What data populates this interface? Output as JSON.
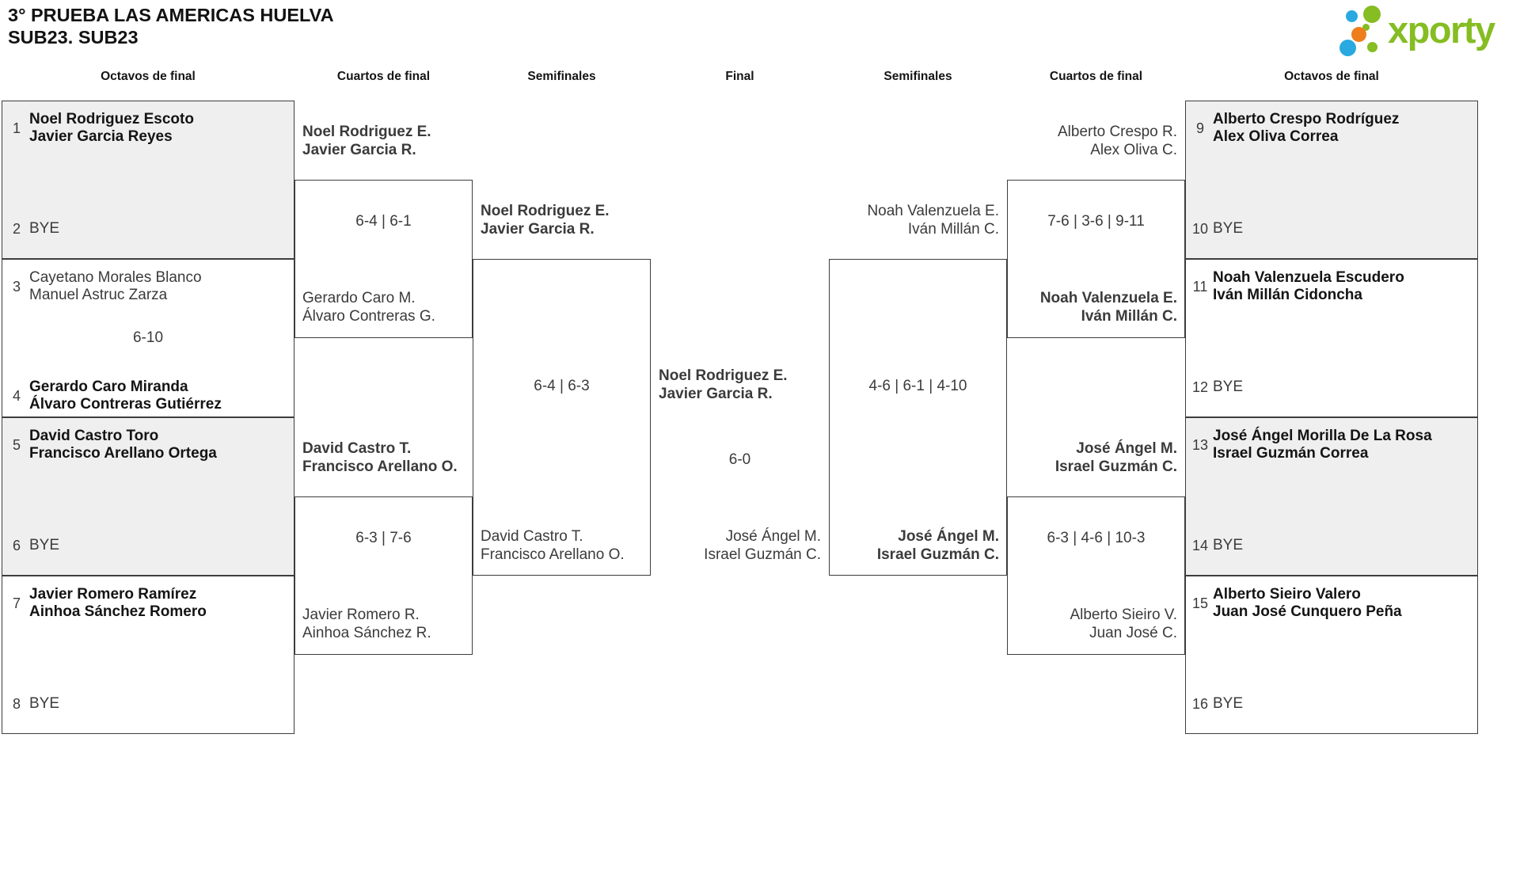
{
  "title": {
    "line1": "3° PRUEBA LAS AMERICAS HUELVA",
    "line2": "SUB23. SUB23"
  },
  "logo": {
    "text": "xporty",
    "green": "#85bd22",
    "blue": "#2aa9e0",
    "orange": "#ee7d1c"
  },
  "rounds": [
    "Octavos de final",
    "Cuartos de final",
    "Semifinales",
    "Final",
    "Semifinales",
    "Cuartos de final",
    "Octavos de final"
  ],
  "octavos": [
    {
      "seed_a": "1",
      "a1": "Noel Rodriguez Escoto",
      "a2": "Javier Garcia Reyes",
      "score": "",
      "seed_b": "2",
      "b1": "BYE"
    },
    {
      "seed_a": "3",
      "a1": "Cayetano Morales Blanco",
      "a2": "Manuel Astruc Zarza",
      "score": "6-10",
      "seed_b": "4",
      "b1": "Gerardo Caro Miranda",
      "b2": "Álvaro Contreras Gutiérrez"
    },
    {
      "seed_a": "5",
      "a1": "David Castro Toro",
      "a2": "Francisco Arellano Ortega",
      "score": "",
      "seed_b": "6",
      "b1": "BYE"
    },
    {
      "seed_a": "7",
      "a1": "Javier Romero Ramírez",
      "a2": "Ainhoa Sánchez Romero",
      "score": "",
      "seed_b": "8",
      "b1": "BYE"
    },
    {
      "seed_a": "9",
      "a1": "Alberto Crespo Rodríguez",
      "a2": "Alex Oliva Correa",
      "score": "",
      "seed_b": "10",
      "b1": "BYE"
    },
    {
      "seed_a": "11",
      "a1": "Noah Valenzuela Escudero",
      "a2": "Iván Millán Cidoncha",
      "score": "",
      "seed_b": "12",
      "b1": "BYE"
    },
    {
      "seed_a": "13",
      "a1": "José Ángel Morilla De La Rosa",
      "a2": "Israel Guzmán Correa",
      "score": "",
      "seed_b": "14",
      "b1": "BYE"
    },
    {
      "seed_a": "15",
      "a1": "Alberto Sieiro Valero",
      "a2": "Juan José Cunquero Peña",
      "score": "",
      "seed_b": "16",
      "b1": "BYE"
    }
  ],
  "quarterfinals": [
    {
      "t1a": "Noel Rodriguez E.",
      "t1b": "Javier Garcia R.",
      "score": "6-4 | 6-1",
      "t2a": "Gerardo Caro M.",
      "t2b": "Álvaro Contreras G."
    },
    {
      "t1a": "David Castro T.",
      "t1b": "Francisco Arellano O.",
      "score": "6-3 | 7-6",
      "t2a": "Javier Romero R.",
      "t2b": "Ainhoa Sánchez R."
    },
    {
      "t1a": "Alberto Crespo R.",
      "t1b": "Alex Oliva C.",
      "score": "7-6 | 3-6 | 9-11",
      "t2a": "Noah Valenzuela E.",
      "t2b": "Iván Millán C."
    },
    {
      "t1a": "José Ángel M.",
      "t1b": "Israel Guzmán C.",
      "score": "6-3 | 4-6 | 10-3",
      "t2a": "Alberto Sieiro V.",
      "t2b": "Juan José C."
    }
  ],
  "semifinals": [
    {
      "t1a": "Noel Rodriguez E.",
      "t1b": "Javier Garcia R.",
      "score": "6-4 | 6-3",
      "t2a": "David Castro T.",
      "t2b": "Francisco Arellano O."
    },
    {
      "t1a": "Noah Valenzuela E.",
      "t1b": "Iván Millán C.",
      "score": "4-6 | 6-1 | 4-10",
      "t2a": "José Ángel M.",
      "t2b": "Israel Guzmán C."
    }
  ],
  "final": {
    "t1a": "Noel Rodriguez E.",
    "t1b": "Javier Garcia R.",
    "score": "6-0",
    "t2a": "José Ángel M.",
    "t2b": "Israel Guzmán C."
  }
}
